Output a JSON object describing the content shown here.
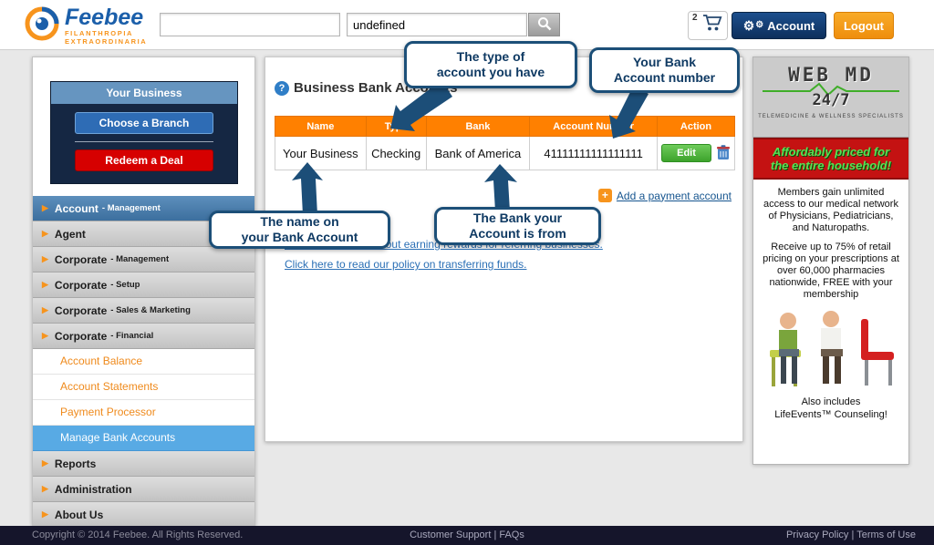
{
  "icons": {
    "menu_arrow": "▶",
    "help": "?",
    "plus": "+",
    "gear": "⚙"
  },
  "header": {
    "brand_name": "Feebee",
    "brand_tagline1": "FILANTHROPIA",
    "brand_tagline2": "EXTRAORDINARIA",
    "search_left_value": "",
    "search_right_value": "undefined",
    "cart_count": "2",
    "account_label": "Account",
    "logout_label": "Logout"
  },
  "sidebar": {
    "business_title": "Your Business",
    "choose_branch_label": "Choose a Branch",
    "redeem_deal_label": "Redeem a Deal",
    "menu_items": [
      {
        "label": "Account",
        "suffix": "- Management"
      },
      {
        "label": "Agent",
        "suffix": ""
      },
      {
        "label": "Corporate",
        "suffix": "- Management"
      },
      {
        "label": "Corporate",
        "suffix": "- Setup"
      },
      {
        "label": "Corporate",
        "suffix": "- Sales & Marketing"
      },
      {
        "label": "Corporate",
        "suffix": "- Financial"
      }
    ],
    "submenu_items": [
      "Account Balance",
      "Account Statements",
      "Payment Processor",
      "Manage Bank Accounts"
    ],
    "bottom_items": [
      "Reports",
      "Administration",
      "About Us"
    ]
  },
  "main": {
    "title": "Business Bank Accounts",
    "table": {
      "headers": [
        "Name",
        "Type",
        "Bank",
        "Account Number",
        "Action"
      ],
      "row": {
        "name": "Your Business",
        "type": "Checking",
        "bank": "Bank of America",
        "account_number": "41111111111111111",
        "edit_label": "Edit"
      }
    },
    "add_account_link": "Add a payment account",
    "earning_link": "Click here to read about earning rewards for referring businesses.",
    "policy_link": "Click here to read our policy on transferring funds."
  },
  "callouts": {
    "account_type": {
      "line1": "The type of",
      "line2": "account you have"
    },
    "account_number": {
      "line1": "Your Bank",
      "line2": "Account number"
    },
    "account_name": {
      "line1": "The name on",
      "line2": "your Bank Account"
    },
    "bank_name": {
      "line1": "The Bank your",
      "line2": "Account is from"
    }
  },
  "ad": {
    "logo_line1": "WEB MD",
    "logo_line2": "24/7",
    "logo_caption": "TELEMEDICINE & WELLNESS SPECIALISTS",
    "banner": "Affordably priced for the entire household!",
    "para1": "Members gain unlimited access to our medical network of Physicians, Pediatricians, and Naturopaths.",
    "para2": "Receive up to 75% of retail pricing on your prescriptions at over 60,000 pharmacies nationwide, FREE with your  membership",
    "also1": "Also includes",
    "also2": "LifeEvents™ Counseling!"
  },
  "footer": {
    "copyright": "Copyright © 2014 Feebee. All Rights Reserved.",
    "support_link": "Customer Support",
    "faqs_link": "FAQs",
    "privacy_link": "Privacy Policy",
    "terms_link": "Terms of Use",
    "separator": "|"
  }
}
